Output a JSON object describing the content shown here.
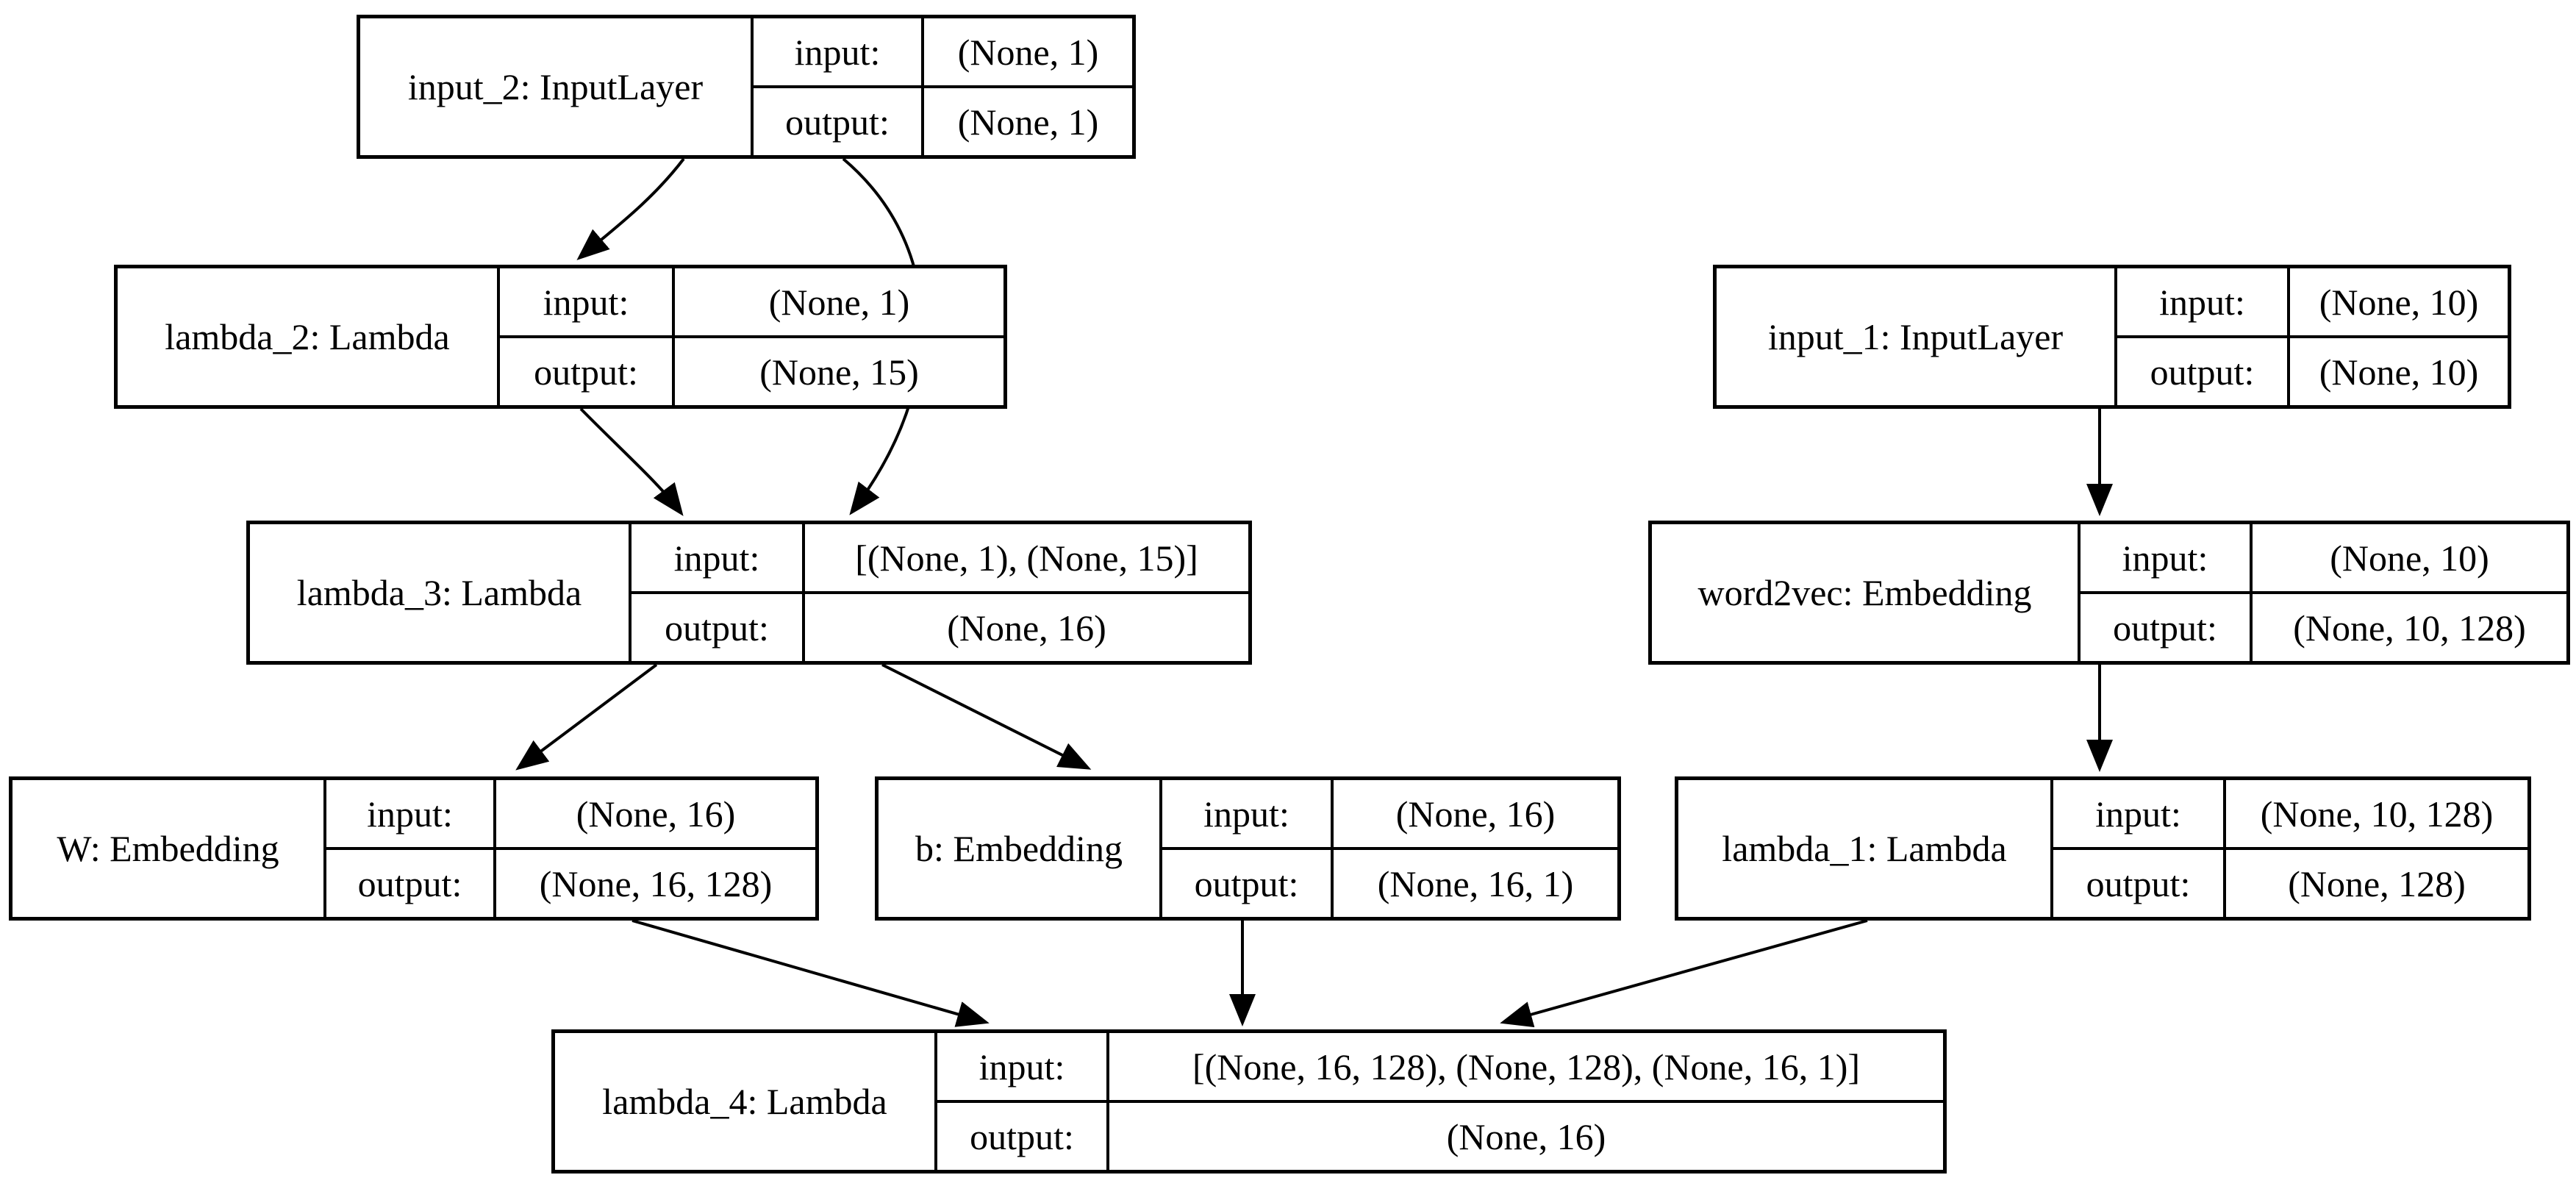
{
  "diagram": {
    "type": "keras-model-plot",
    "background_color": "#ffffff",
    "line_color": "#000000",
    "nodes": {
      "input_2": {
        "name": "input_2: InputLayer",
        "input_label": "input:",
        "output_label": "output:",
        "input_shape": "(None, 1)",
        "output_shape": "(None, 1)"
      },
      "lambda_2": {
        "name": "lambda_2: Lambda",
        "input_label": "input:",
        "output_label": "output:",
        "input_shape": "(None, 1)",
        "output_shape": "(None, 15)"
      },
      "lambda_3": {
        "name": "lambda_3: Lambda",
        "input_label": "input:",
        "output_label": "output:",
        "input_shape": "[(None, 1), (None, 15)]",
        "output_shape": "(None, 16)"
      },
      "W": {
        "name": "W: Embedding",
        "input_label": "input:",
        "output_label": "output:",
        "input_shape": "(None, 16)",
        "output_shape": "(None, 16, 128)"
      },
      "b": {
        "name": "b: Embedding",
        "input_label": "input:",
        "output_label": "output:",
        "input_shape": "(None, 16)",
        "output_shape": "(None, 16, 1)"
      },
      "input_1": {
        "name": "input_1: InputLayer",
        "input_label": "input:",
        "output_label": "output:",
        "input_shape": "(None, 10)",
        "output_shape": "(None, 10)"
      },
      "word2vec": {
        "name": "word2vec: Embedding",
        "input_label": "input:",
        "output_label": "output:",
        "input_shape": "(None, 10)",
        "output_shape": "(None, 10, 128)"
      },
      "lambda_1": {
        "name": "lambda_1: Lambda",
        "input_label": "input:",
        "output_label": "output:",
        "input_shape": "(None, 10, 128)",
        "output_shape": "(None, 128)"
      },
      "lambda_4": {
        "name": "lambda_4: Lambda",
        "input_label": "input:",
        "output_label": "output:",
        "input_shape": "[(None, 16, 128), (None, 128), (None, 16, 1)]",
        "output_shape": "(None, 16)"
      }
    },
    "edges": [
      {
        "from": "input_2",
        "to": "lambda_2"
      },
      {
        "from": "input_2",
        "to": "lambda_3"
      },
      {
        "from": "lambda_2",
        "to": "lambda_3"
      },
      {
        "from": "lambda_3",
        "to": "W"
      },
      {
        "from": "lambda_3",
        "to": "b"
      },
      {
        "from": "W",
        "to": "lambda_4"
      },
      {
        "from": "b",
        "to": "lambda_4"
      },
      {
        "from": "lambda_1",
        "to": "lambda_4"
      },
      {
        "from": "input_1",
        "to": "word2vec"
      },
      {
        "from": "word2vec",
        "to": "lambda_1"
      }
    ]
  }
}
